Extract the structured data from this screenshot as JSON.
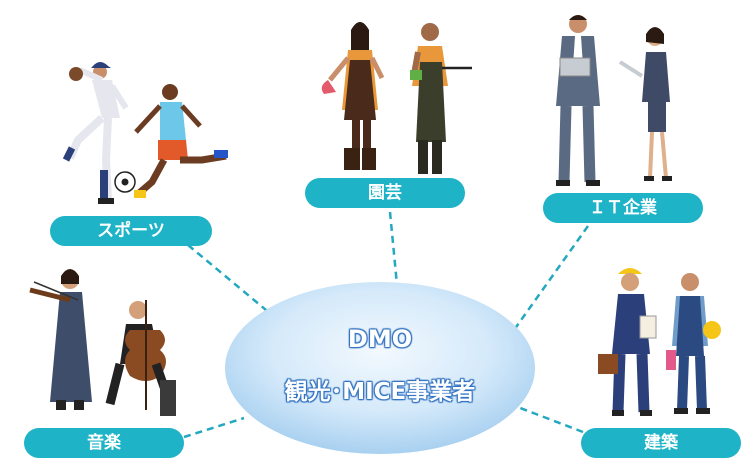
{
  "center": {
    "line1": "DMO",
    "line2": "観光･MICE事業者"
  },
  "categories": {
    "sports": "スポーツ",
    "gardening": "園芸",
    "it": "ＩＴ企業",
    "music": "音楽",
    "construction": "建築"
  },
  "colors": {
    "label_bg": "#1eb3c6",
    "connector": "#23a8c0",
    "center_fill_top": "#e8f4fd",
    "center_fill_bottom": "#a9d3f3"
  },
  "icons": [
    "baseball-player-icon",
    "soccer-player-icon",
    "gardener-woman-icon",
    "gardener-man-icon",
    "businessman-laptop-icon",
    "businesswoman-phone-icon",
    "violinist-icon",
    "cellist-icon",
    "architect-icon",
    "construction-worker-icon"
  ]
}
